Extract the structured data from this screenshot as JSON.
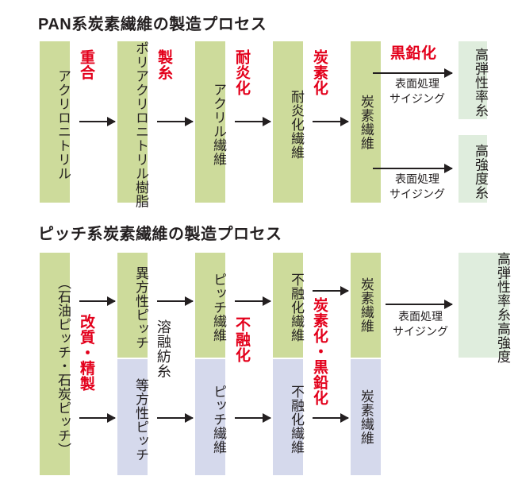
{
  "page": {
    "background": "#ffffff",
    "colors": {
      "box_green": "#cddb9b",
      "box_light_green": "#dfeddd",
      "box_blue": "#d5d9ec",
      "text": "#231f20",
      "accent_red": "#e3001b"
    }
  },
  "diagram1": {
    "title": "PAN系炭素繊維の製造プロセス",
    "boxes": [
      {
        "label": "アクリロニトリル",
        "color": "green"
      },
      {
        "label": "ポリアクリロニトリル樹脂",
        "color": "green"
      },
      {
        "label": "アクリル繊維",
        "color": "green"
      },
      {
        "label": "耐炎化繊維",
        "color": "green"
      },
      {
        "label": "炭素繊維",
        "color": "green"
      },
      {
        "label": "高弾性率糸",
        "color": "light-green"
      },
      {
        "label": "高強度糸",
        "color": "light-green"
      }
    ],
    "process_labels": [
      {
        "label": "重合",
        "color": "red"
      },
      {
        "label": "製糸",
        "color": "red"
      },
      {
        "label": "耐炎化",
        "color": "red"
      },
      {
        "label": "炭素化",
        "color": "red"
      },
      {
        "label": "黒鉛化",
        "color": "red"
      }
    ],
    "treatment_labels": [
      {
        "line1": "表面処理",
        "line2": "サイジング"
      },
      {
        "line1": "表面処理",
        "line2": "サイジング"
      }
    ]
  },
  "diagram2": {
    "title": "ピッチ系炭素繊維の製造プロセス",
    "boxes": [
      {
        "label": "（石油ピッチ・石炭ピッチ）",
        "color": "green"
      },
      {
        "label": "異方性ピッチ",
        "color": "green"
      },
      {
        "label": "ピッチ繊維",
        "color": "green"
      },
      {
        "label": "不融化繊維",
        "color": "green"
      },
      {
        "label": "炭素繊維",
        "color": "green"
      },
      {
        "label": "等方性ピッチ",
        "color": "blue"
      },
      {
        "label": "ピッチ繊維",
        "color": "blue"
      },
      {
        "label": "不融化繊維",
        "color": "blue"
      },
      {
        "label": "炭素繊維",
        "color": "blue"
      },
      {
        "label_col_right": "高強度",
        "label_col_left": "高弾性率糸",
        "color": "light-green"
      }
    ],
    "process_labels": [
      {
        "label": "改質・精製",
        "color": "red"
      },
      {
        "label": "溶融紡糸",
        "color": "black"
      },
      {
        "label": "不融化",
        "color": "red"
      },
      {
        "label": "炭素化・黒鉛化",
        "color": "red"
      }
    ],
    "treatment_labels": [
      {
        "line1": "表面処理",
        "line2": "サイジング"
      }
    ]
  }
}
